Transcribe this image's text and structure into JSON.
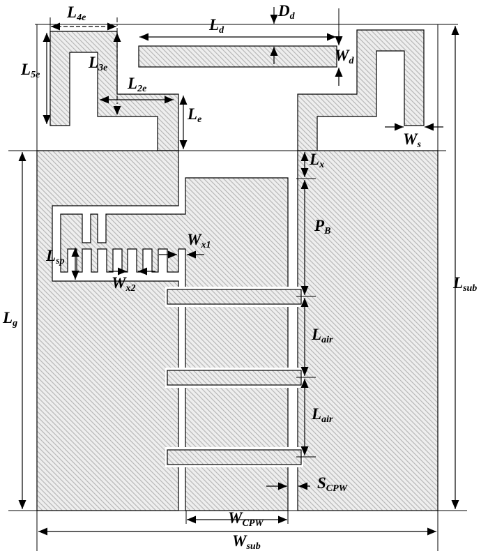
{
  "figure": {
    "description": "CPW-fed antenna geometry diagram with meander edge elements, interdigital slot filter and air bridges",
    "colors": {
      "background": "#ffffff",
      "hatch_stripe": "#b5b5b5",
      "hatch_background": "#eeeeee",
      "outline": "#000000"
    },
    "dimension_labels": {
      "L4e": {
        "main": "L",
        "sub": "4e"
      },
      "Ld": {
        "main": "L",
        "sub": "d"
      },
      "Dd": {
        "main": "D",
        "sub": "d"
      },
      "Wd": {
        "main": "W",
        "sub": "d"
      },
      "L5e": {
        "main": "L",
        "sub": "5e"
      },
      "L3e": {
        "main": "L",
        "sub": "3e"
      },
      "L2e": {
        "main": "L",
        "sub": "2e"
      },
      "Le": {
        "main": "L",
        "sub": "e"
      },
      "Ws": {
        "main": "W",
        "sub": "s"
      },
      "Lx": {
        "main": "L",
        "sub": "x"
      },
      "PB": {
        "main": "P",
        "sub": "B"
      },
      "Lsp": {
        "main": "L",
        "sub": "sp"
      },
      "Wx1": {
        "main": "W",
        "sub": "x1"
      },
      "Wx2": {
        "main": "W",
        "sub": "x2"
      },
      "Lg": {
        "main": "L",
        "sub": "g"
      },
      "Lair": {
        "main": "L",
        "sub": "air"
      },
      "Lsub": {
        "main": "L",
        "sub": "sub"
      },
      "SCPW": {
        "main": "S",
        "sub": "CPW"
      },
      "WCPW": {
        "main": "W",
        "sub": "CPW"
      },
      "Wsub": {
        "main": "W",
        "sub": "sub"
      }
    }
  }
}
